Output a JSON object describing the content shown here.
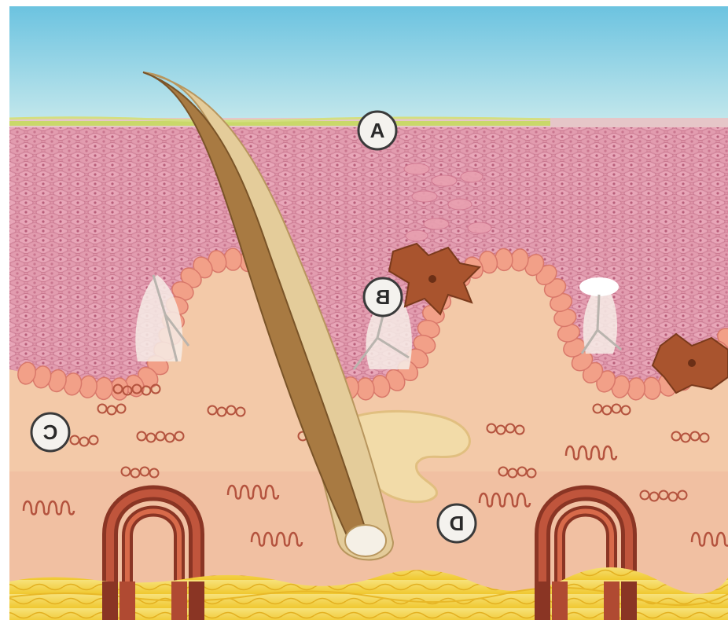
{
  "labels": [
    {
      "id": "A",
      "text": "A",
      "mirrored": true
    },
    {
      "id": "B",
      "text": "B",
      "mirrored": true
    },
    {
      "id": "C",
      "text": "C",
      "mirrored": true
    },
    {
      "id": "D",
      "text": "D",
      "mirrored": true
    }
  ],
  "colors": {
    "sky": "#8fd3e6",
    "stratum_corneum": "#c8d86a",
    "epidermis": "#d98aa0",
    "basal_cells": "#f2a088",
    "dermis": "#f3c9a8",
    "fat": "#f5d24a",
    "hair": "#c79a5e",
    "melanocyte": "#a0502e",
    "vessel": "#8a3524",
    "gland": "#f0d6a8"
  }
}
